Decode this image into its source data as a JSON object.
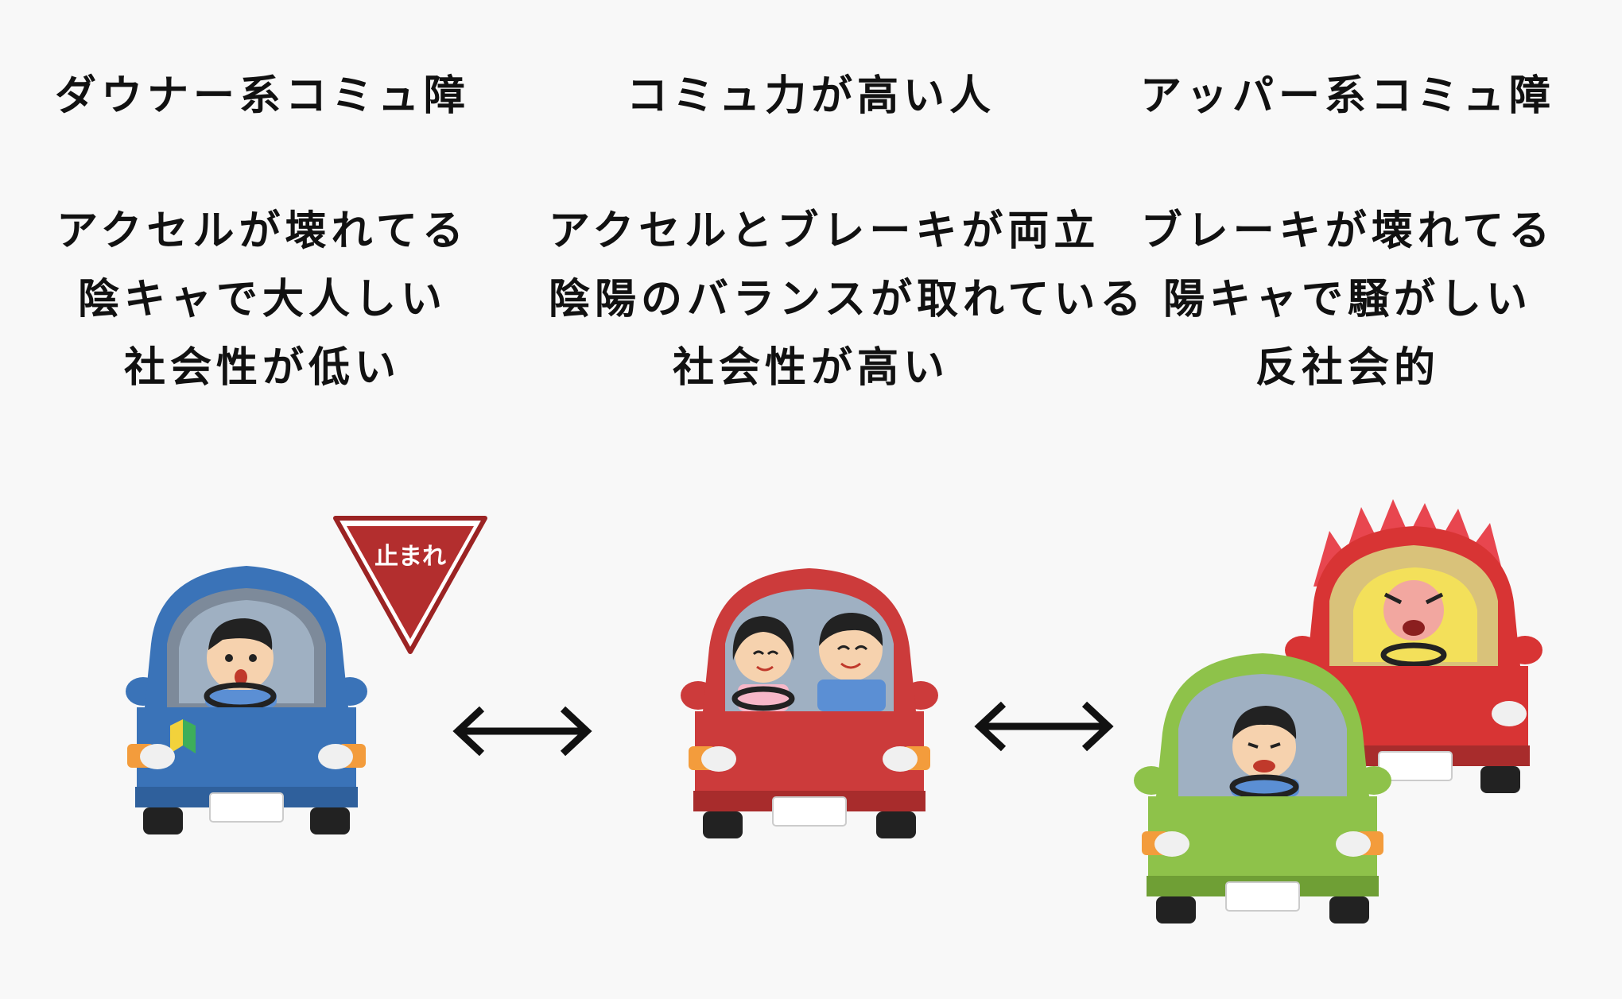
{
  "columns": [
    {
      "title": "ダウナー系コミュ障",
      "lines": [
        "アクセルが壊れてる",
        "陰キャで大人しい",
        "社会性が低い"
      ],
      "car_color": "#3a73b8",
      "sign_text": "止まれ"
    },
    {
      "title": "コミュ力が高い人",
      "lines": [
        "アクセルとブレーキが両立",
        "陰陽のバランスが取れている",
        "社会性が高い"
      ],
      "car_color": "#cc3b3b"
    },
    {
      "title": "アッパー系コミュ障",
      "lines": [
        "ブレーキが壊れてる",
        "陽キャで騒がしい",
        "反社会的"
      ],
      "car_color_front": "#8ec24a",
      "car_color_back": "#d83434"
    }
  ],
  "arrows": [
    "double-arrow-icon",
    "double-arrow-icon"
  ]
}
